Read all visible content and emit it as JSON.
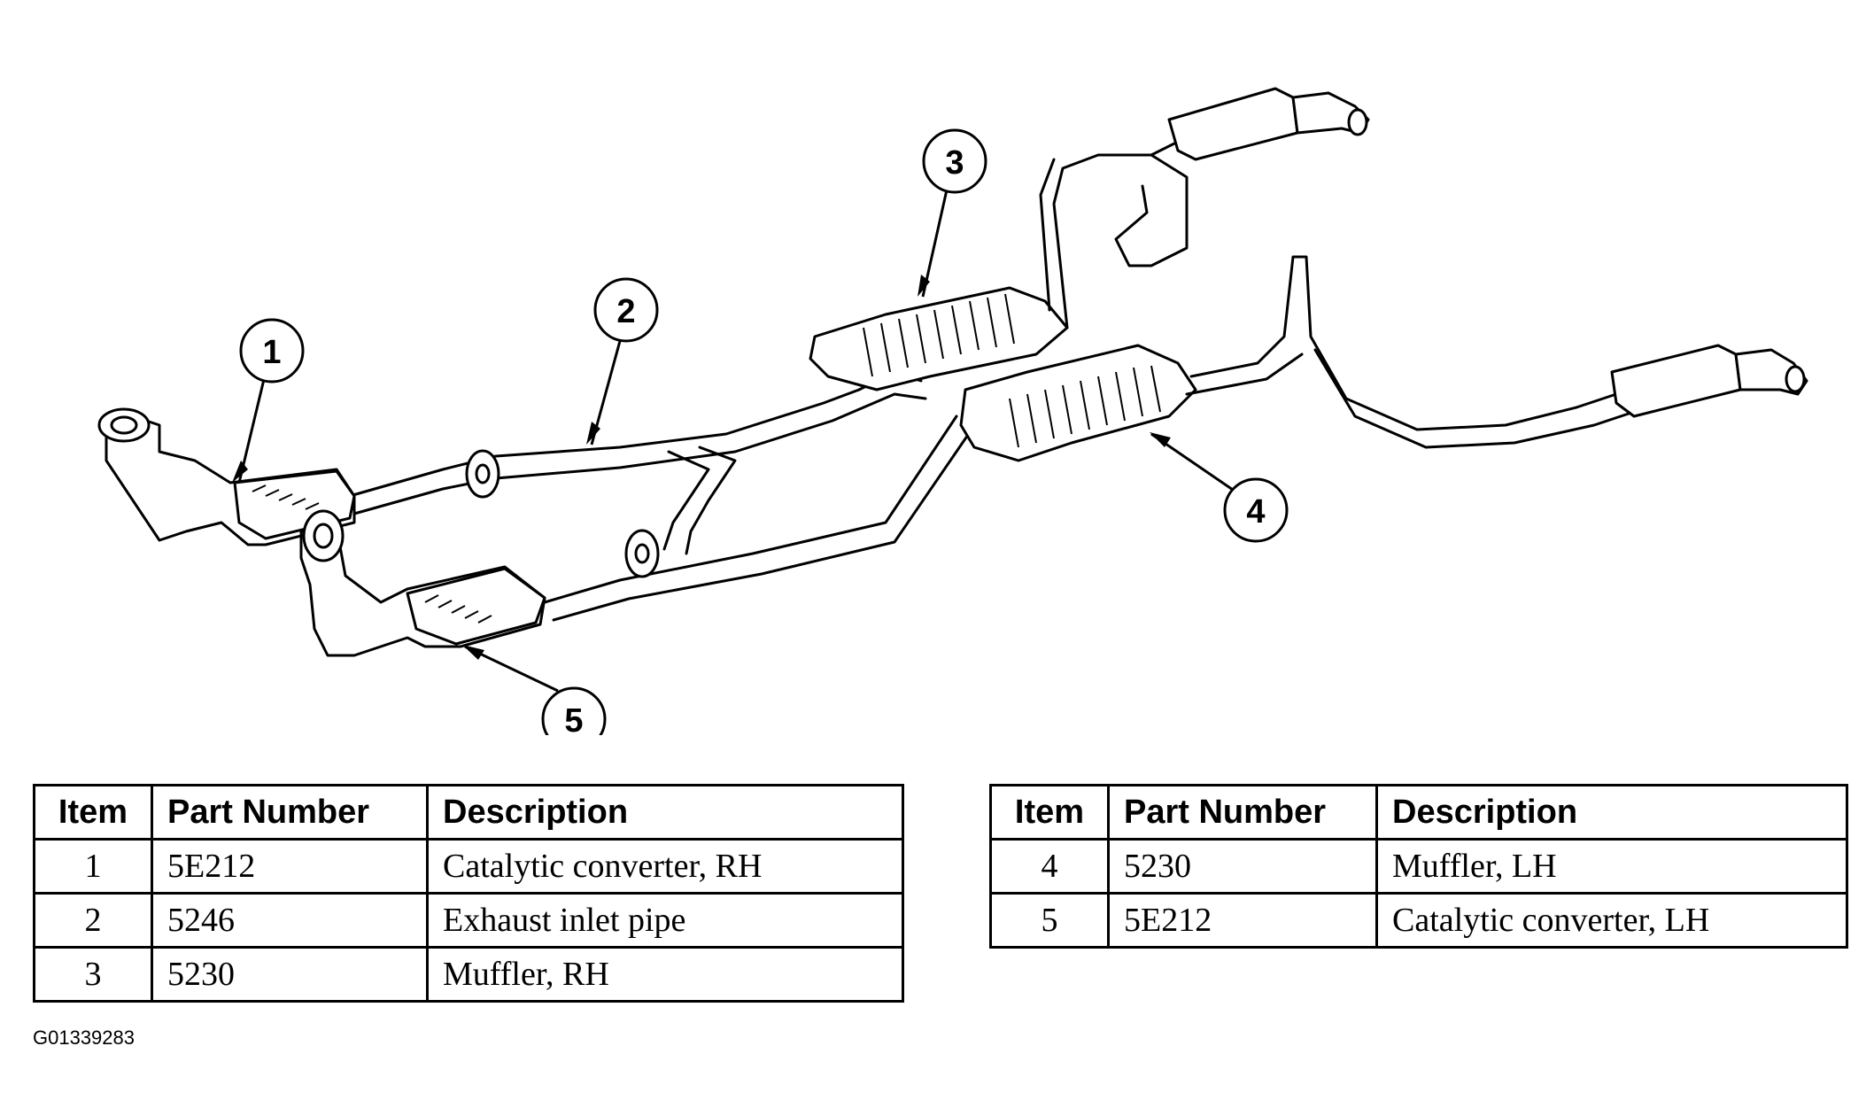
{
  "diagram": {
    "callouts": [
      {
        "number": "1"
      },
      {
        "number": "2"
      },
      {
        "number": "3"
      },
      {
        "number": "4"
      },
      {
        "number": "5"
      }
    ]
  },
  "tables": [
    {
      "headers": {
        "item": "Item",
        "part_number": "Part Number",
        "description": "Description"
      },
      "rows": [
        {
          "item": "1",
          "part_number": "5E212",
          "description": "Catalytic converter, RH"
        },
        {
          "item": "2",
          "part_number": "5246",
          "description": "Exhaust inlet pipe"
        },
        {
          "item": "3",
          "part_number": "5230",
          "description": "Muffler, RH"
        }
      ]
    },
    {
      "headers": {
        "item": "Item",
        "part_number": "Part Number",
        "description": "Description"
      },
      "rows": [
        {
          "item": "4",
          "part_number": "5230",
          "description": "Muffler, LH"
        },
        {
          "item": "5",
          "part_number": "5E212",
          "description": "Catalytic converter, LH"
        }
      ]
    }
  ],
  "figure_id": "G01339283"
}
